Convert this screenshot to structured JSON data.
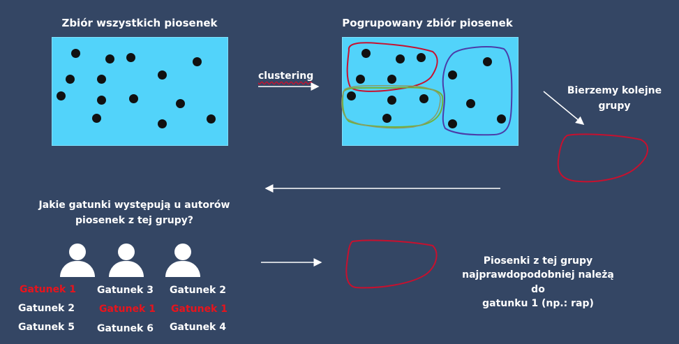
{
  "top_left_title": "Zbiór wszystkich piosenek",
  "top_right_title": "Pogrupowany zbiór piosenek",
  "clustering_label": "clustering",
  "take_groups_text": "Bierzemy kolejne\ngrupy",
  "question_text": "Jakie gatunki występują u autorów\npiosenek z tej grupy?",
  "conclusion_text": "Piosenki z tej grupy\nnajprawdopodobniej należą do\ngatunku 1 (np.: rap)",
  "authors": [
    {
      "genres": [
        {
          "label": "Gatunek 1",
          "highlight": true
        },
        {
          "label": "Gatunek 2",
          "highlight": false
        },
        {
          "label": "Gatunek 5",
          "highlight": false
        }
      ]
    },
    {
      "genres": [
        {
          "label": "Gatunek 3",
          "highlight": false
        },
        {
          "label": "Gatunek 1",
          "highlight": true
        },
        {
          "label": "Gatunek 6",
          "highlight": false
        }
      ]
    },
    {
      "genres": [
        {
          "label": "Gatunek 2",
          "highlight": false
        },
        {
          "label": "Gatunek 1",
          "highlight": true
        },
        {
          "label": "Gatunek 4",
          "highlight": false
        }
      ]
    }
  ],
  "colors": {
    "background": "#344664",
    "panel": "#52d3fa",
    "dot": "#111111",
    "cluster_red": "#c8102e",
    "cluster_purple": "#4b3ca8",
    "cluster_green": "#6fb23a",
    "genre_highlight": "#e8141c"
  }
}
